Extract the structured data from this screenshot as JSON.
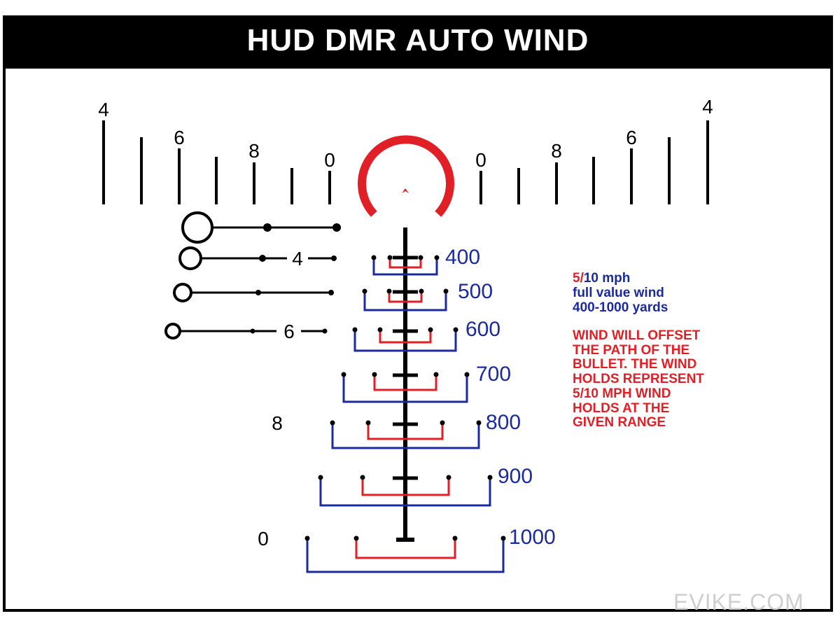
{
  "title": "HUD DMR AUTO WIND",
  "colors": {
    "red": "#e01f26",
    "blue": "#1b2a9c",
    "black": "#000000"
  },
  "stadia_labels": {
    "top_left": [
      "4",
      "6",
      "8",
      "0"
    ],
    "top_right": [
      "0",
      "8",
      "6",
      "4"
    ],
    "left_side": [
      "4",
      "6",
      "8",
      "0"
    ]
  },
  "ranges": [
    "400",
    "500",
    "600",
    "700",
    "800",
    "900",
    "1000"
  ],
  "wind_note": {
    "red_part": "5/",
    "blue_part": "10 mph",
    "line2": "full value wind",
    "line3": "400-1000 yards"
  },
  "offset_note": {
    "lines": [
      "WIND WILL OFFSET",
      "THE PATH OF THE",
      "BULLET. THE WIND",
      "HOLDS REPRESENT",
      "5/10 MPH WIND",
      "HOLDS AT THE",
      "GIVEN RANGE"
    ]
  },
  "watermark": "EVIKE.COM"
}
